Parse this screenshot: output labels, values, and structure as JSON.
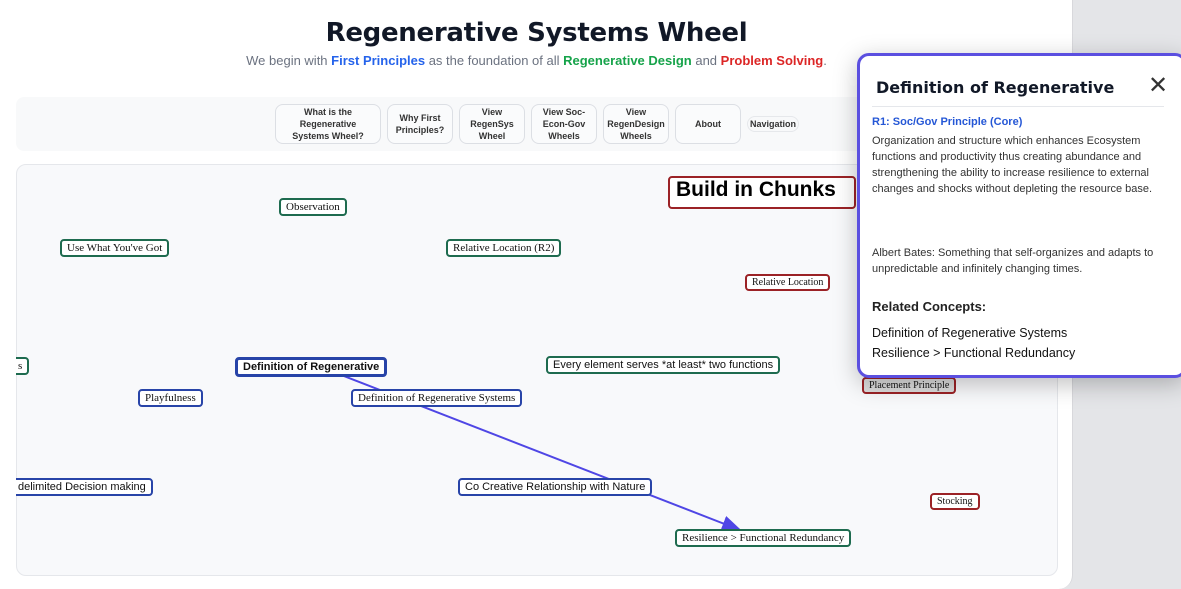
{
  "header": {
    "title": "Regenerative Systems Wheel",
    "subtitle": {
      "pre": "We begin with ",
      "first_principles": "First Principles",
      "mid": " as the foundation of all ",
      "regen_design": "Regenerative Design",
      "and": " and ",
      "problem_solving": "Problem Solving",
      "end": "."
    },
    "colors": {
      "first_principles": "#2563eb",
      "regen_design": "#16a34a",
      "problem_solving": "#dc2626"
    }
  },
  "nav": {
    "buttons": [
      "What is the Regenerative Systems Wheel?",
      "Why First Principles?",
      "View RegenSys Wheel",
      "View Soc-Econ-Gov Wheels",
      "View RegenDesign Wheels",
      "About"
    ],
    "navigation": "Navigation"
  },
  "canvas": {
    "build_label": "Build in Chunks",
    "nodes": [
      "Observation",
      "Use What You've Got",
      "Relative Location (R2)",
      "Relative Location",
      "s",
      "Definition of Regenerative",
      "Every element serves *at least* two functions",
      "Playfulness",
      "Definition of Regenerative Systems",
      "Placement Principle",
      "delimited Decision making",
      "Co Creative Relationship with Nature",
      "Stocking",
      "Resilience > Functional Redundancy"
    ],
    "edge": {
      "from": "Definition of Regenerative",
      "to": "Resilience > Functional Redundancy",
      "color": "#4f46e5"
    }
  },
  "panel": {
    "title": "Definition of Regenerative",
    "close_icon": "close-x-icon",
    "category": "R1: Soc/Gov Principle (Core)",
    "description": "Organization and structure which enhances Ecosystem functions and productivity thus creating abundance and strengthening the ability to increase resilience to external changes and shocks without depleting the resource base.",
    "quote": "Albert Bates: Something that self-organizes and adapts to unpredictable and infinitely changing times.",
    "related_heading": "Related Concepts:",
    "related": [
      "Definition of Regenerative Systems",
      "Resilience > Functional Redundancy"
    ]
  }
}
